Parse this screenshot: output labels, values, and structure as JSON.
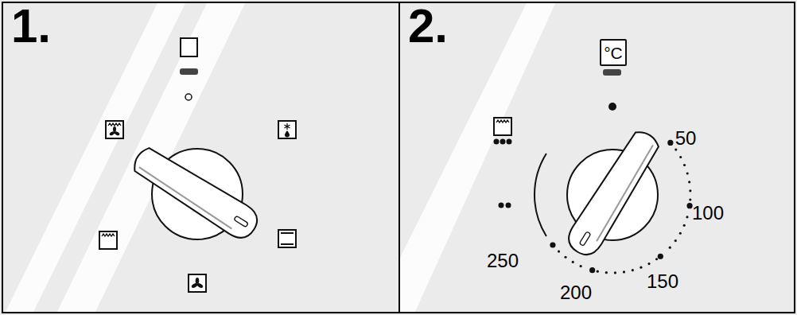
{
  "diagram": {
    "nodes": [
      {
        "text": [
          "1."
        ]
      },
      {
        "text": [
          "2."
        ]
      },
      {
        "text": [
          "°C"
        ],
        "in": 1
      }
    ],
    "labels": [
      "50",
      "100",
      "150",
      "200",
      "250"
    ]
  }
}
